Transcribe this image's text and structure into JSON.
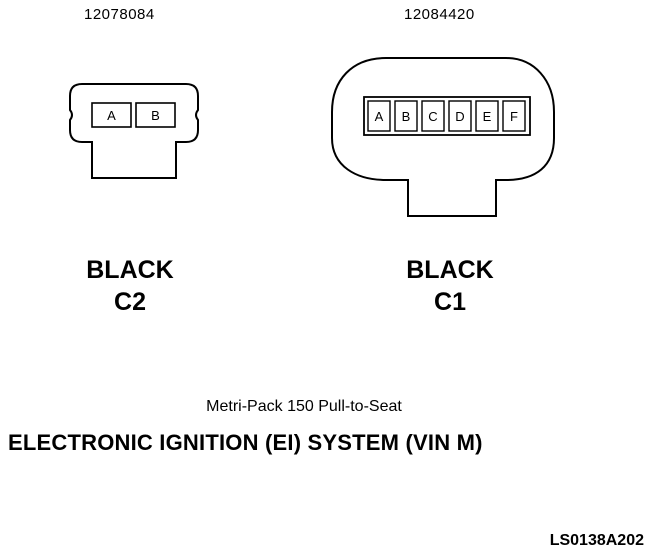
{
  "connectors": {
    "c2": {
      "part_number": "12078084",
      "color": "BLACK",
      "name": "C2",
      "pins": [
        "A",
        "B"
      ]
    },
    "c1": {
      "part_number": "12084420",
      "color": "BLACK",
      "name": "C1",
      "pins": [
        "A",
        "B",
        "C",
        "D",
        "E",
        "F"
      ]
    }
  },
  "subtitle": "Metri-Pack 150 Pull-to-Seat",
  "title": "ELECTRONIC IGNITION (EI) SYSTEM (VIN M)",
  "figure_id": "LS0138A202"
}
